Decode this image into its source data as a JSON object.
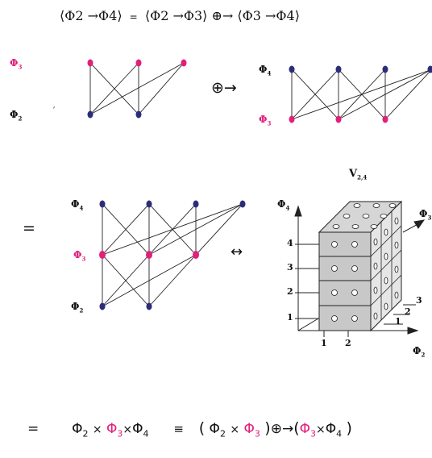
{
  "colors": {
    "magenta": "#e0207a",
    "navy": "#2b2d7a",
    "box_face": "#c8c8c8",
    "box_side": "#e6e6e6",
    "box_top": "#d6d6d6"
  },
  "equation_top": {
    "left": "⟨Φ2 →Φ4⟩",
    "eq": "=",
    "right": "⟨Φ2 →Φ3⟩ ⊕→ ⟨Φ3 →Φ4⟩"
  },
  "labels": {
    "phi": "Φ",
    "s2": "2",
    "s3": "3",
    "s4": "4",
    "v_base": "V",
    "v_sub": "2,4",
    "oplus_arrow": "⊕→",
    "equals": "=",
    "iff_arrow": "↔",
    "tick": "´"
  },
  "cube_ticks": {
    "y": [
      "4",
      "3",
      "2",
      "1"
    ],
    "x": [
      "1",
      "2"
    ],
    "z": [
      "1",
      "2",
      "3"
    ]
  },
  "equation_bottom": {
    "eq": "=",
    "times": "×",
    "equiv": "≡",
    "open_paren": "(",
    "close_paren": ")",
    "oplus_arrow": "⊕→"
  }
}
